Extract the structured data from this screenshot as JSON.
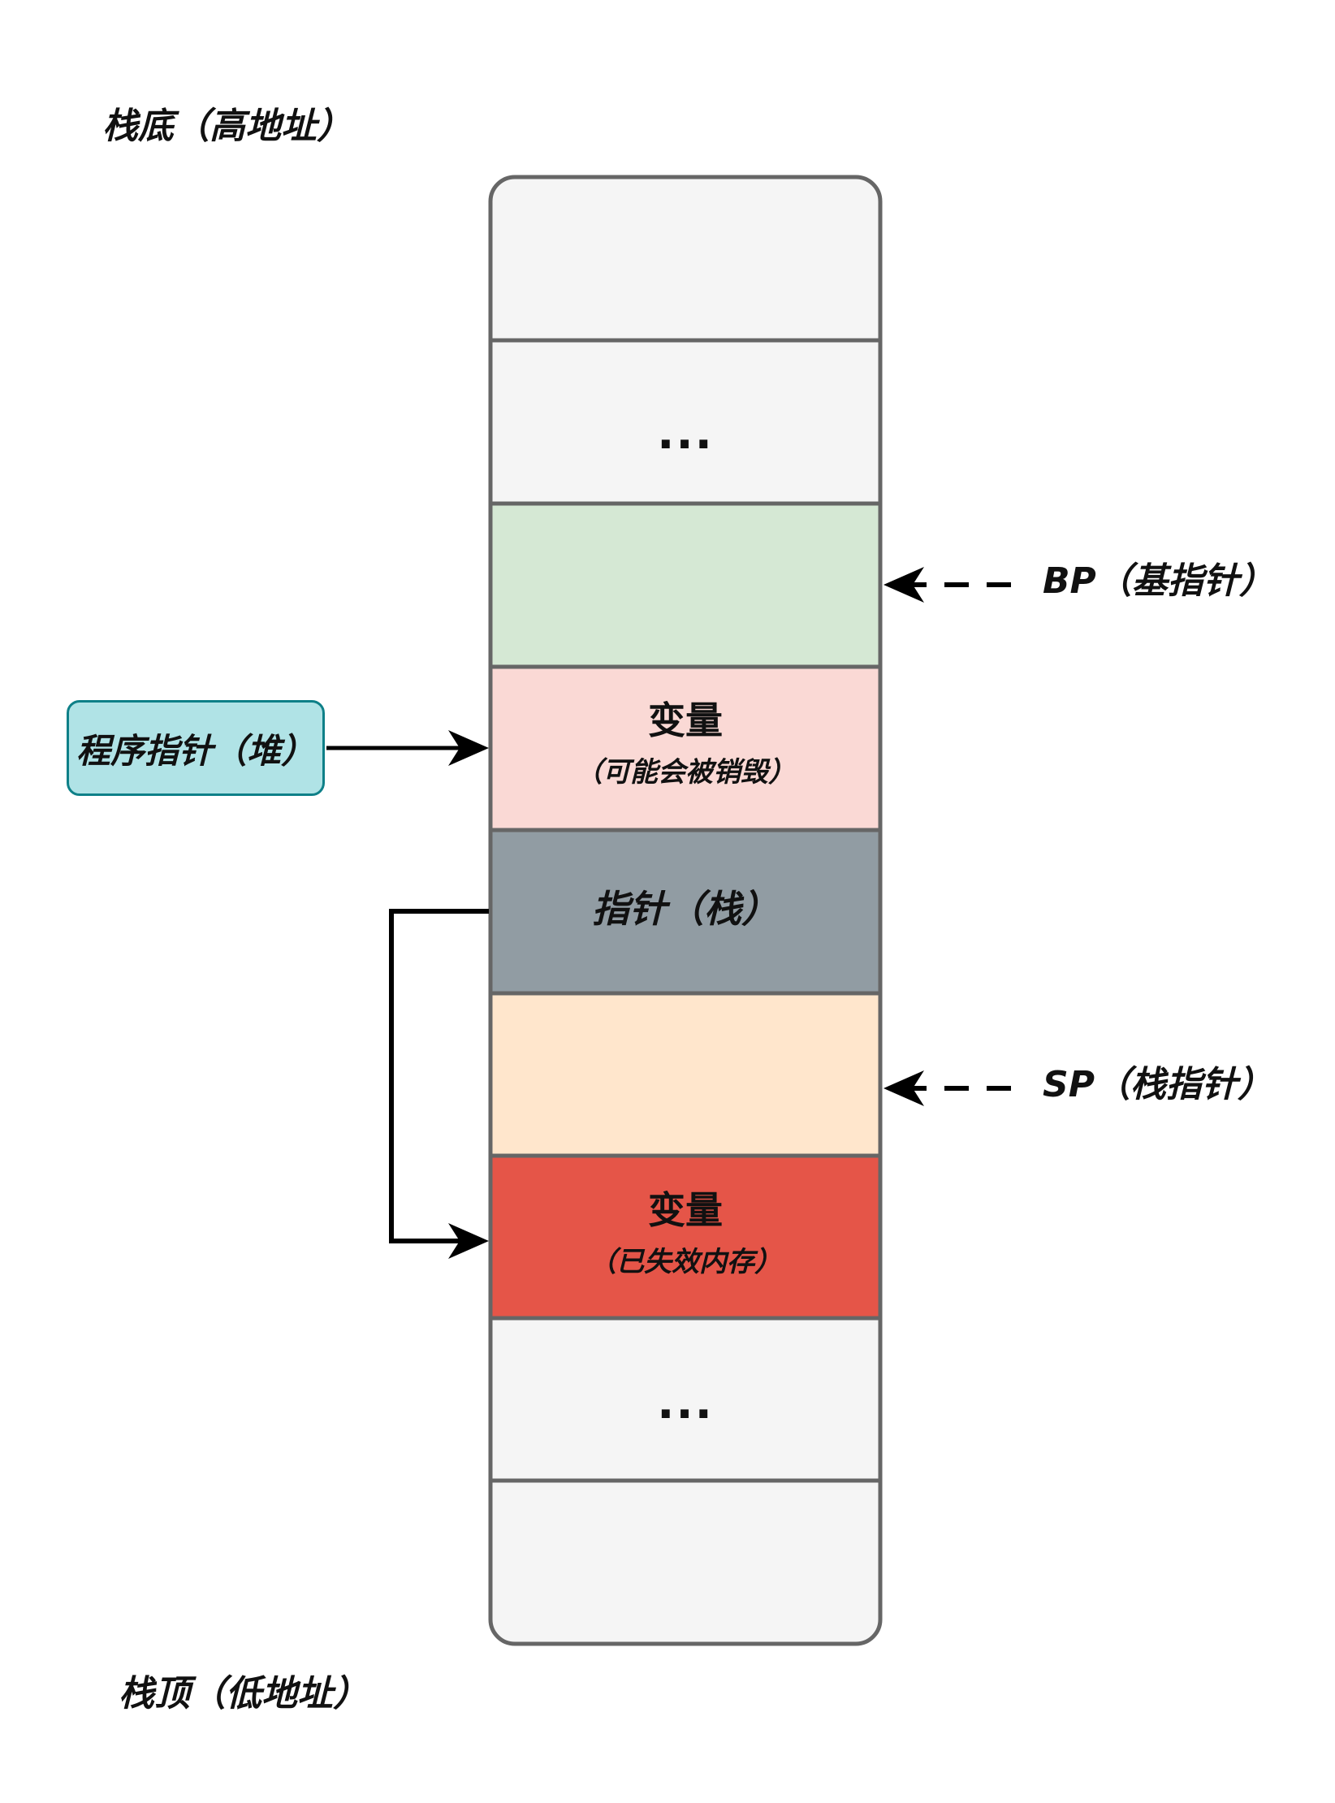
{
  "labels": {
    "stack_bottom": "栈底（高地址）",
    "stack_top": "栈顶（低地址）",
    "bp": "BP（基指针）",
    "sp": "SP（栈指针）",
    "heap_pointer": "程序指针（堆）"
  },
  "cells": [
    {
      "id": "cell-1",
      "main": "",
      "sub": "",
      "fill": "#f5f5f5"
    },
    {
      "id": "cell-2",
      "main": "...",
      "sub": "",
      "fill": "#f5f5f5"
    },
    {
      "id": "cell-3",
      "main": "",
      "sub": "",
      "fill": "#d5e8d4"
    },
    {
      "id": "cell-4",
      "main": "变量",
      "sub": "（可能会被销毁）",
      "fill": "#fad9d5"
    },
    {
      "id": "cell-5",
      "main": "指针（栈）",
      "sub": "",
      "fill": "#919ca3"
    },
    {
      "id": "cell-6",
      "main": "",
      "sub": "",
      "fill": "#ffe6cc"
    },
    {
      "id": "cell-7",
      "main": "变量",
      "sub": "（已失效内存）",
      "fill": "#e55548"
    },
    {
      "id": "cell-8",
      "main": "...",
      "sub": "",
      "fill": "#f5f5f5"
    },
    {
      "id": "cell-9",
      "main": "",
      "sub": "",
      "fill": "#f5f5f5"
    }
  ],
  "colors": {
    "border": "#666666",
    "heap_fill": "#b0e3e6",
    "heap_border": "#0e8088",
    "arrow": "#000000"
  }
}
